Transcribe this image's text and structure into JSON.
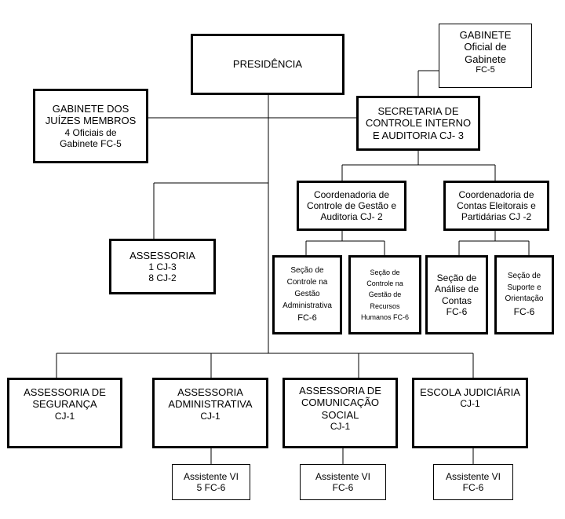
{
  "presidencia": {
    "lines": [
      "PRESIDÊNCIA"
    ]
  },
  "gabinete": {
    "lines": [
      "GABINETE",
      "Oficial de",
      "Gabinete",
      "FC-5"
    ]
  },
  "gabinete_juizes": {
    "lines": [
      "GABINETE DOS",
      "JUÍZES MEMBROS",
      "4 Oficiais de",
      "Gabinete  FC-5"
    ]
  },
  "secretaria": {
    "lines": [
      "SECRETARIA DE",
      "CONTROLE INTERNO",
      "E AUDITORIA   CJ- 3"
    ]
  },
  "coord_gestao": {
    "lines": [
      "Coordenadoria de",
      "Controle de Gestão e",
      "Auditoria CJ- 2"
    ]
  },
  "coord_contas": {
    "lines": [
      "Coordenadoria de",
      "Contas Eleitorais e",
      "Partidárias CJ -2"
    ]
  },
  "assessoria": {
    "lines": [
      "ASSESSORIA",
      "1  CJ-3",
      "8  CJ-2"
    ]
  },
  "secao_adm": {
    "lines": [
      "Seção de",
      "Controle na",
      "Gestão",
      "Administrativa",
      "FC-6"
    ]
  },
  "secao_rh": {
    "lines": [
      "Seção de",
      "Controle na",
      "Gestão de",
      "Recursos",
      "Humanos FC-6"
    ]
  },
  "secao_analise": {
    "lines": [
      "Seção de",
      "Análise de",
      "Contas",
      "FC-6"
    ]
  },
  "secao_suporte": {
    "lines": [
      "Seção de",
      "Suporte e",
      "Orientação",
      "FC-6"
    ]
  },
  "assessoria_seguranca": {
    "lines": [
      "ASSESSORIA DE",
      "SEGURANÇA",
      "CJ-1"
    ]
  },
  "assessoria_administrativa": {
    "lines": [
      "ASSESSORIA",
      "ADMINISTRATIVA",
      "CJ-1"
    ]
  },
  "assessoria_comunicacao": {
    "lines": [
      "ASSESSORIA DE",
      "COMUNICAÇÃO",
      "SOCIAL",
      "CJ-1"
    ]
  },
  "escola_judiciaria": {
    "lines": [
      "ESCOLA JUDICIÁRIA",
      "CJ-1"
    ]
  },
  "assistente_adm": {
    "lines": [
      "Assistente VI",
      "5  FC-6"
    ]
  },
  "assistente_com": {
    "lines": [
      "Assistente VI",
      "FC-6"
    ]
  },
  "assistente_escola": {
    "lines": [
      "Assistente VI",
      "FC-6"
    ]
  }
}
